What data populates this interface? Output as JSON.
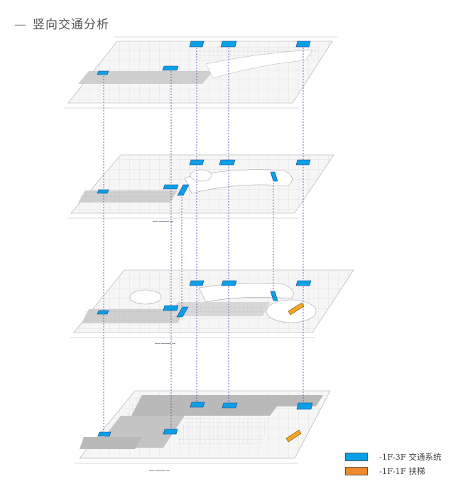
{
  "title": "竖向交通分析",
  "legend": [
    {
      "label": "-1F-3F 交通系统",
      "color": "#0aa0e6"
    },
    {
      "label": "-1F-1F 扶梯",
      "color": "#f08a2e"
    }
  ],
  "colors": {
    "elevator": "#0aa0e6",
    "escalator": "#f5a623",
    "connector": "#3a4fb8",
    "slab_fill": "#f4f4f4",
    "shaded": "#c9c9c9",
    "line": "#9a9a9a"
  }
}
